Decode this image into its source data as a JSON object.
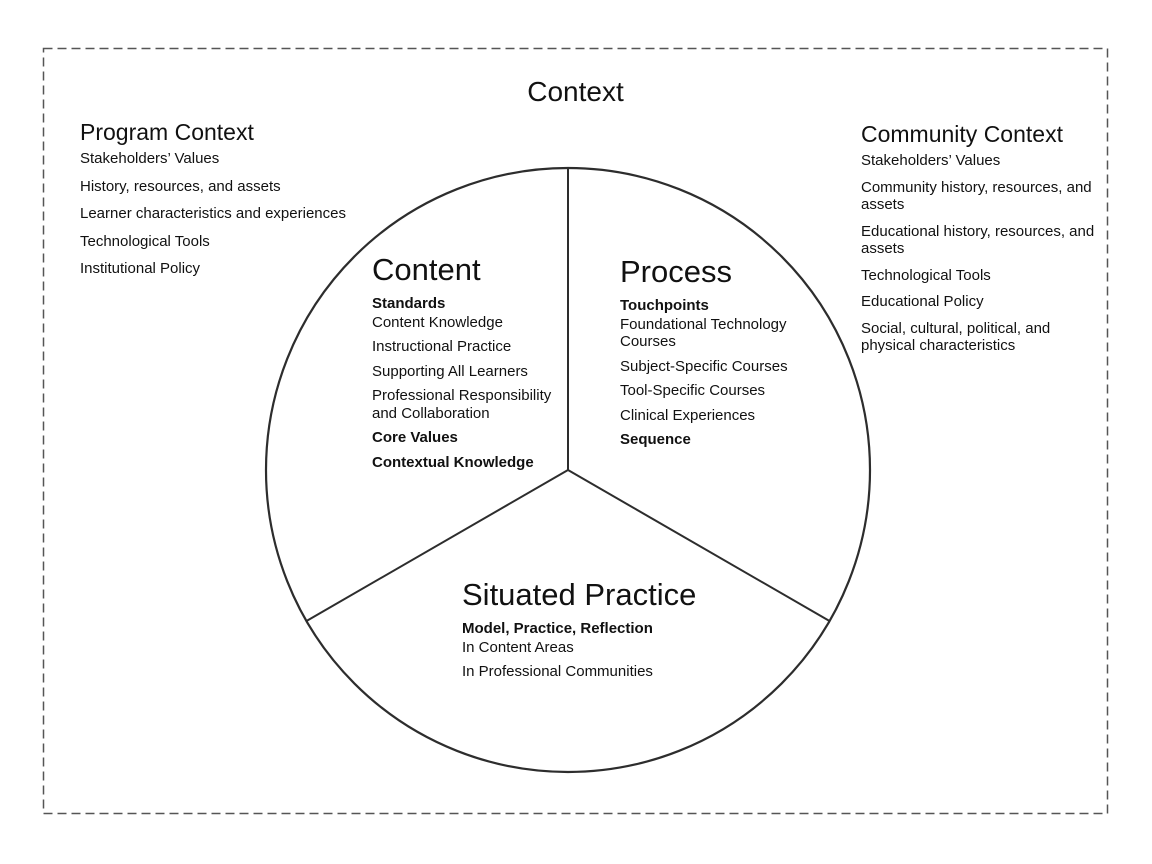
{
  "title": "Context",
  "colors": {
    "line": "#2d2d2d",
    "dashed_border": "#555555",
    "text": "#111111",
    "background": "#ffffff"
  },
  "program_context": {
    "heading": "Program Context",
    "items": [
      "Stakeholders’ Values",
      "History, resources, and assets",
      "Learner characteristics and experiences",
      "Technological Tools",
      "Institutional Policy"
    ]
  },
  "community_context": {
    "heading": "Community Context",
    "items": [
      "Stakeholders’ Values",
      "Community history, resources, and assets",
      "Educational history, resources, and assets",
      "Technological Tools",
      "Educational Policy",
      "Social, cultural, political, and physical characteristics"
    ]
  },
  "circle_sections": {
    "content": {
      "heading": "Content",
      "items": [
        "Standards",
        "Content Knowledge",
        "Instructional Practice",
        "Supporting All Learners",
        "Professional Responsibility and Collaboration",
        "Core Values",
        "Contextual Knowledge"
      ]
    },
    "process": {
      "heading": "Process",
      "items": [
        "Touchpoints",
        "Foundational Technology Courses",
        "Subject-Specific Courses",
        "Tool-Specific Courses",
        "Clinical Experiences",
        "Sequence"
      ]
    },
    "situated_practice": {
      "heading": "Situated Practice",
      "items": [
        "Model, Practice, Reflection",
        "In Content Areas",
        "In Professional Communities"
      ]
    }
  }
}
